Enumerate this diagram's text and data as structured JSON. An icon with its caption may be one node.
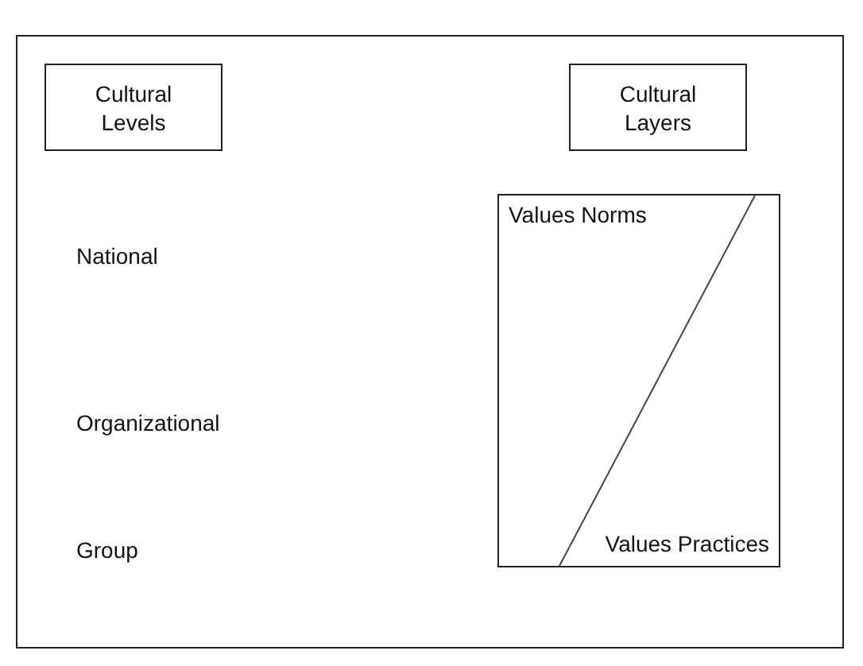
{
  "diagram": {
    "nodes": [
      {
        "text": [
          "Cultural Levels"
        ]
      },
      {
        "text": [
          "Cultural Layers"
        ]
      },
      {
        "text": [
          "Values Norms",
          "Values Practices"
        ]
      }
    ],
    "labels": [
      "National",
      "Organizational",
      "Group"
    ]
  }
}
